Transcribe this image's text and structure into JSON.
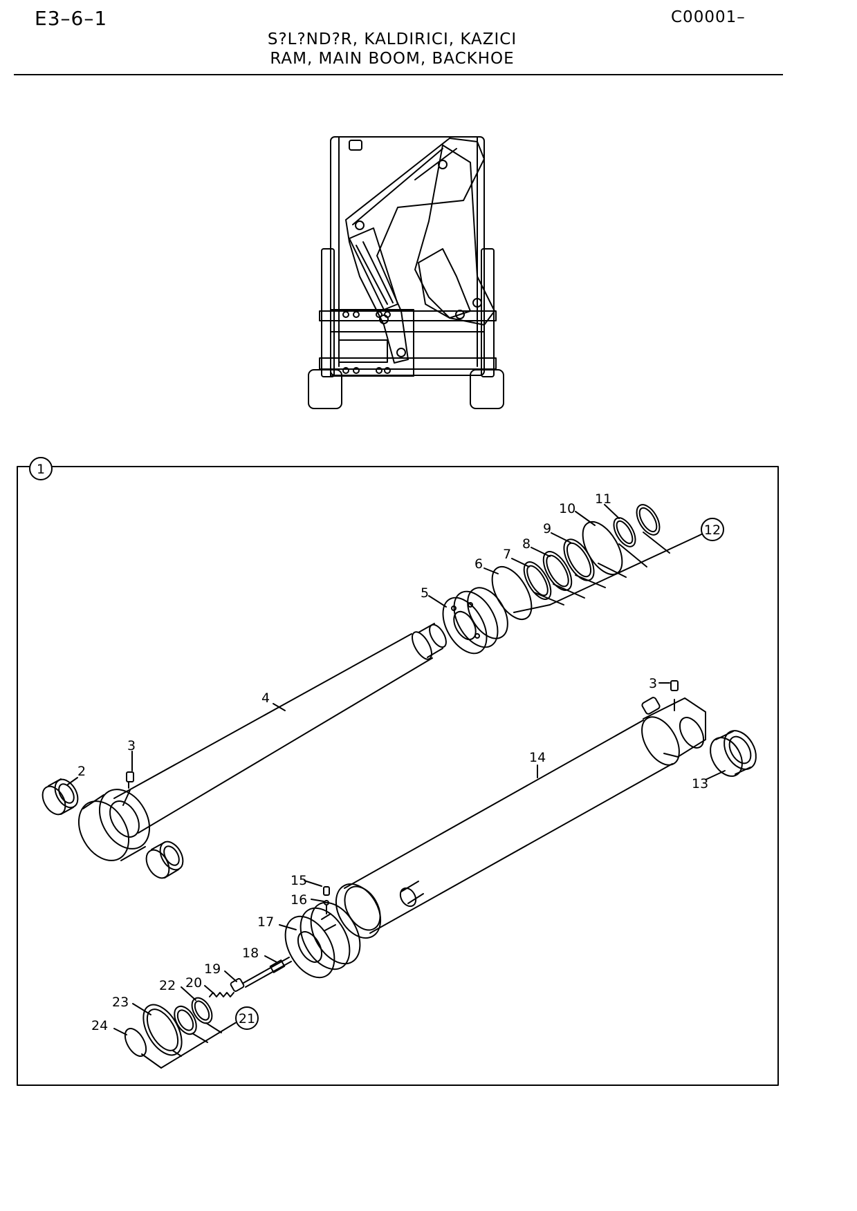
{
  "header": {
    "page_code": "E3–6–1",
    "doc_code": "C00001–",
    "title_tr": "S?L?ND?R, KALDIRICI, KAZICI",
    "title_en": "RAM, MAIN BOOM, BACKHOE"
  },
  "assembly_callout": "1",
  "callouts": {
    "c2": "2",
    "c3a": "3",
    "c3b": "3",
    "c4": "4",
    "c5": "5",
    "c6": "6",
    "c7": "7",
    "c8": "8",
    "c9": "9",
    "c10": "10",
    "c11": "11",
    "c12": "12",
    "c13": "13",
    "c14": "14",
    "c15": "15",
    "c16": "16",
    "c17": "17",
    "c18": "18",
    "c19": "19",
    "c20": "20",
    "c21": "21",
    "c22": "22",
    "c23": "23",
    "c24": "24"
  }
}
